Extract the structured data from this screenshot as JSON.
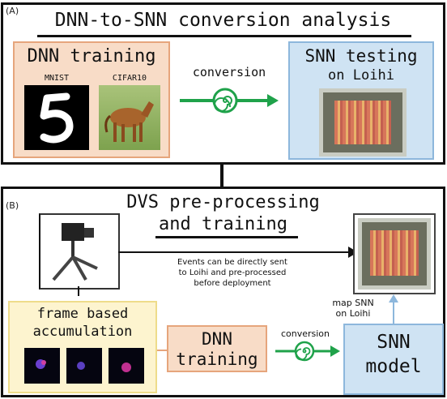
{
  "panel_a": {
    "label": "(A)",
    "title": "DNN-to-SNN conversion analysis",
    "dnn_box": {
      "title": "DNN training",
      "mnist_label": "MNIST",
      "cifar_label": "CIFAR10"
    },
    "arrow_label": "conversion",
    "snn_box": {
      "title_line1": "SNN testing",
      "title_line2": "on Loihi"
    }
  },
  "panel_b": {
    "label": "(B)",
    "title_line1": "DVS pre-processing",
    "title_line2": "and training",
    "events_text_line1": "Events can be directly sent",
    "events_text_line2": "to Loihi and pre-processed",
    "events_text_line3": "before deployment",
    "frame_box": {
      "line1": "frame based",
      "line2": "accumulation"
    },
    "dnn_box": {
      "line1": "DNN",
      "line2": "training"
    },
    "arrow_label": "conversion",
    "map_label_line1": "map SNN",
    "map_label_line2": "on Loihi",
    "snn_box": {
      "line1": "SNN",
      "line2": "model"
    }
  },
  "colors": {
    "orange_fill": "#f8dcc7",
    "blue_fill": "#cfe3f3",
    "yellow_fill": "#fdf4cf",
    "arrow_green": "#1fa24a"
  }
}
